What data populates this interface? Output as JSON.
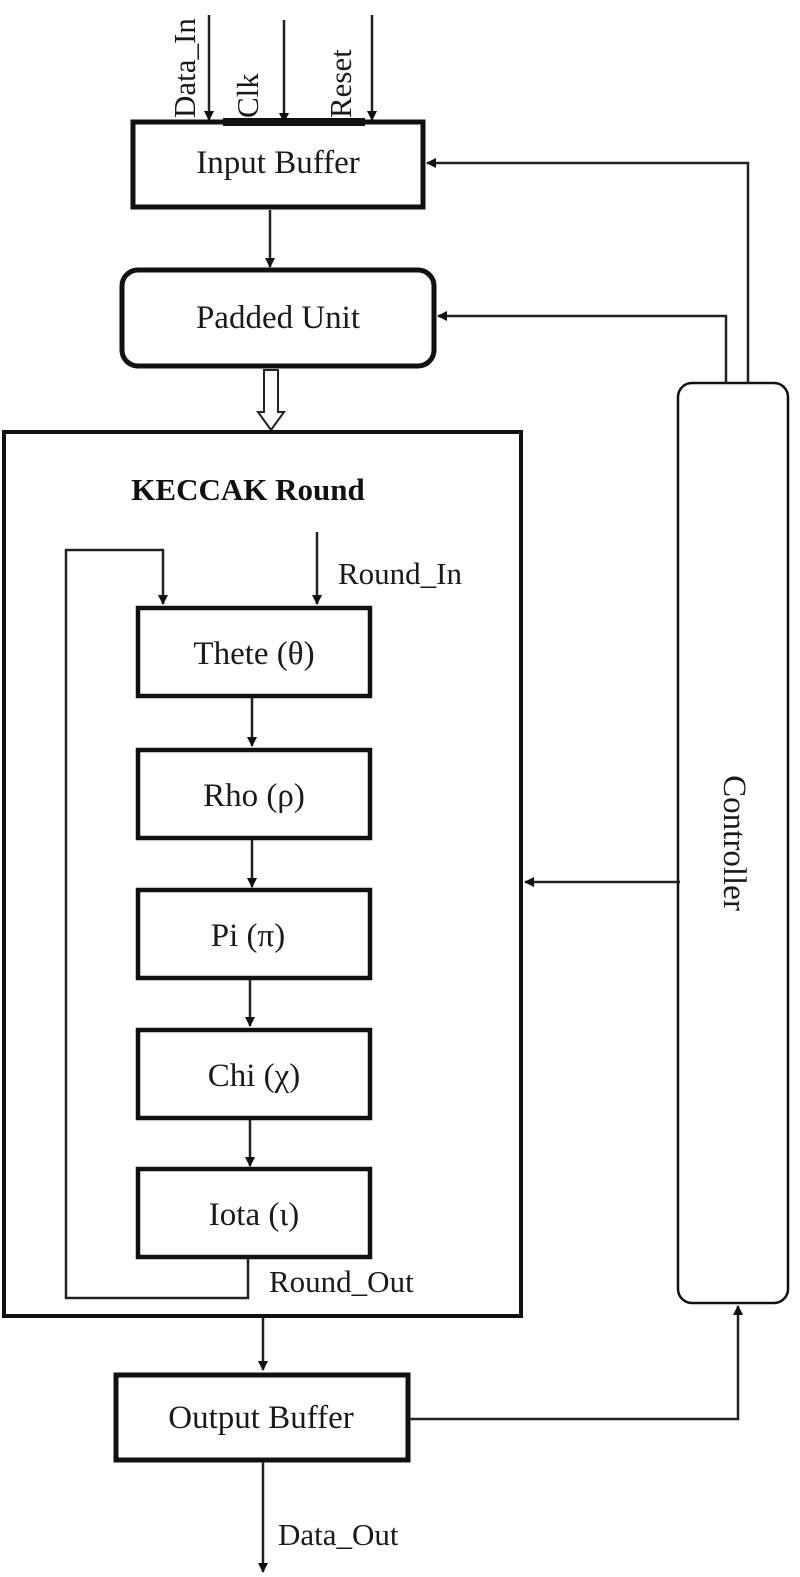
{
  "inputs": {
    "data_in": "Data_In",
    "clk": "Clk",
    "reset": "Reset"
  },
  "blocks": {
    "input_buffer": "Input Buffer",
    "padded_unit": "Padded Unit",
    "keccak_round": "KECCAK Round",
    "output_buffer": "Output Buffer",
    "controller": "Controller"
  },
  "round_steps": [
    {
      "label": "Thete (θ)"
    },
    {
      "label": "Rho (ρ)"
    },
    {
      "label": "Pi (π)"
    },
    {
      "label": "Chi (χ)"
    },
    {
      "label": "Iota (ι)"
    }
  ],
  "signals": {
    "round_in": "Round_In",
    "round_out": "Round_Out",
    "data_out": "Data_Out"
  }
}
